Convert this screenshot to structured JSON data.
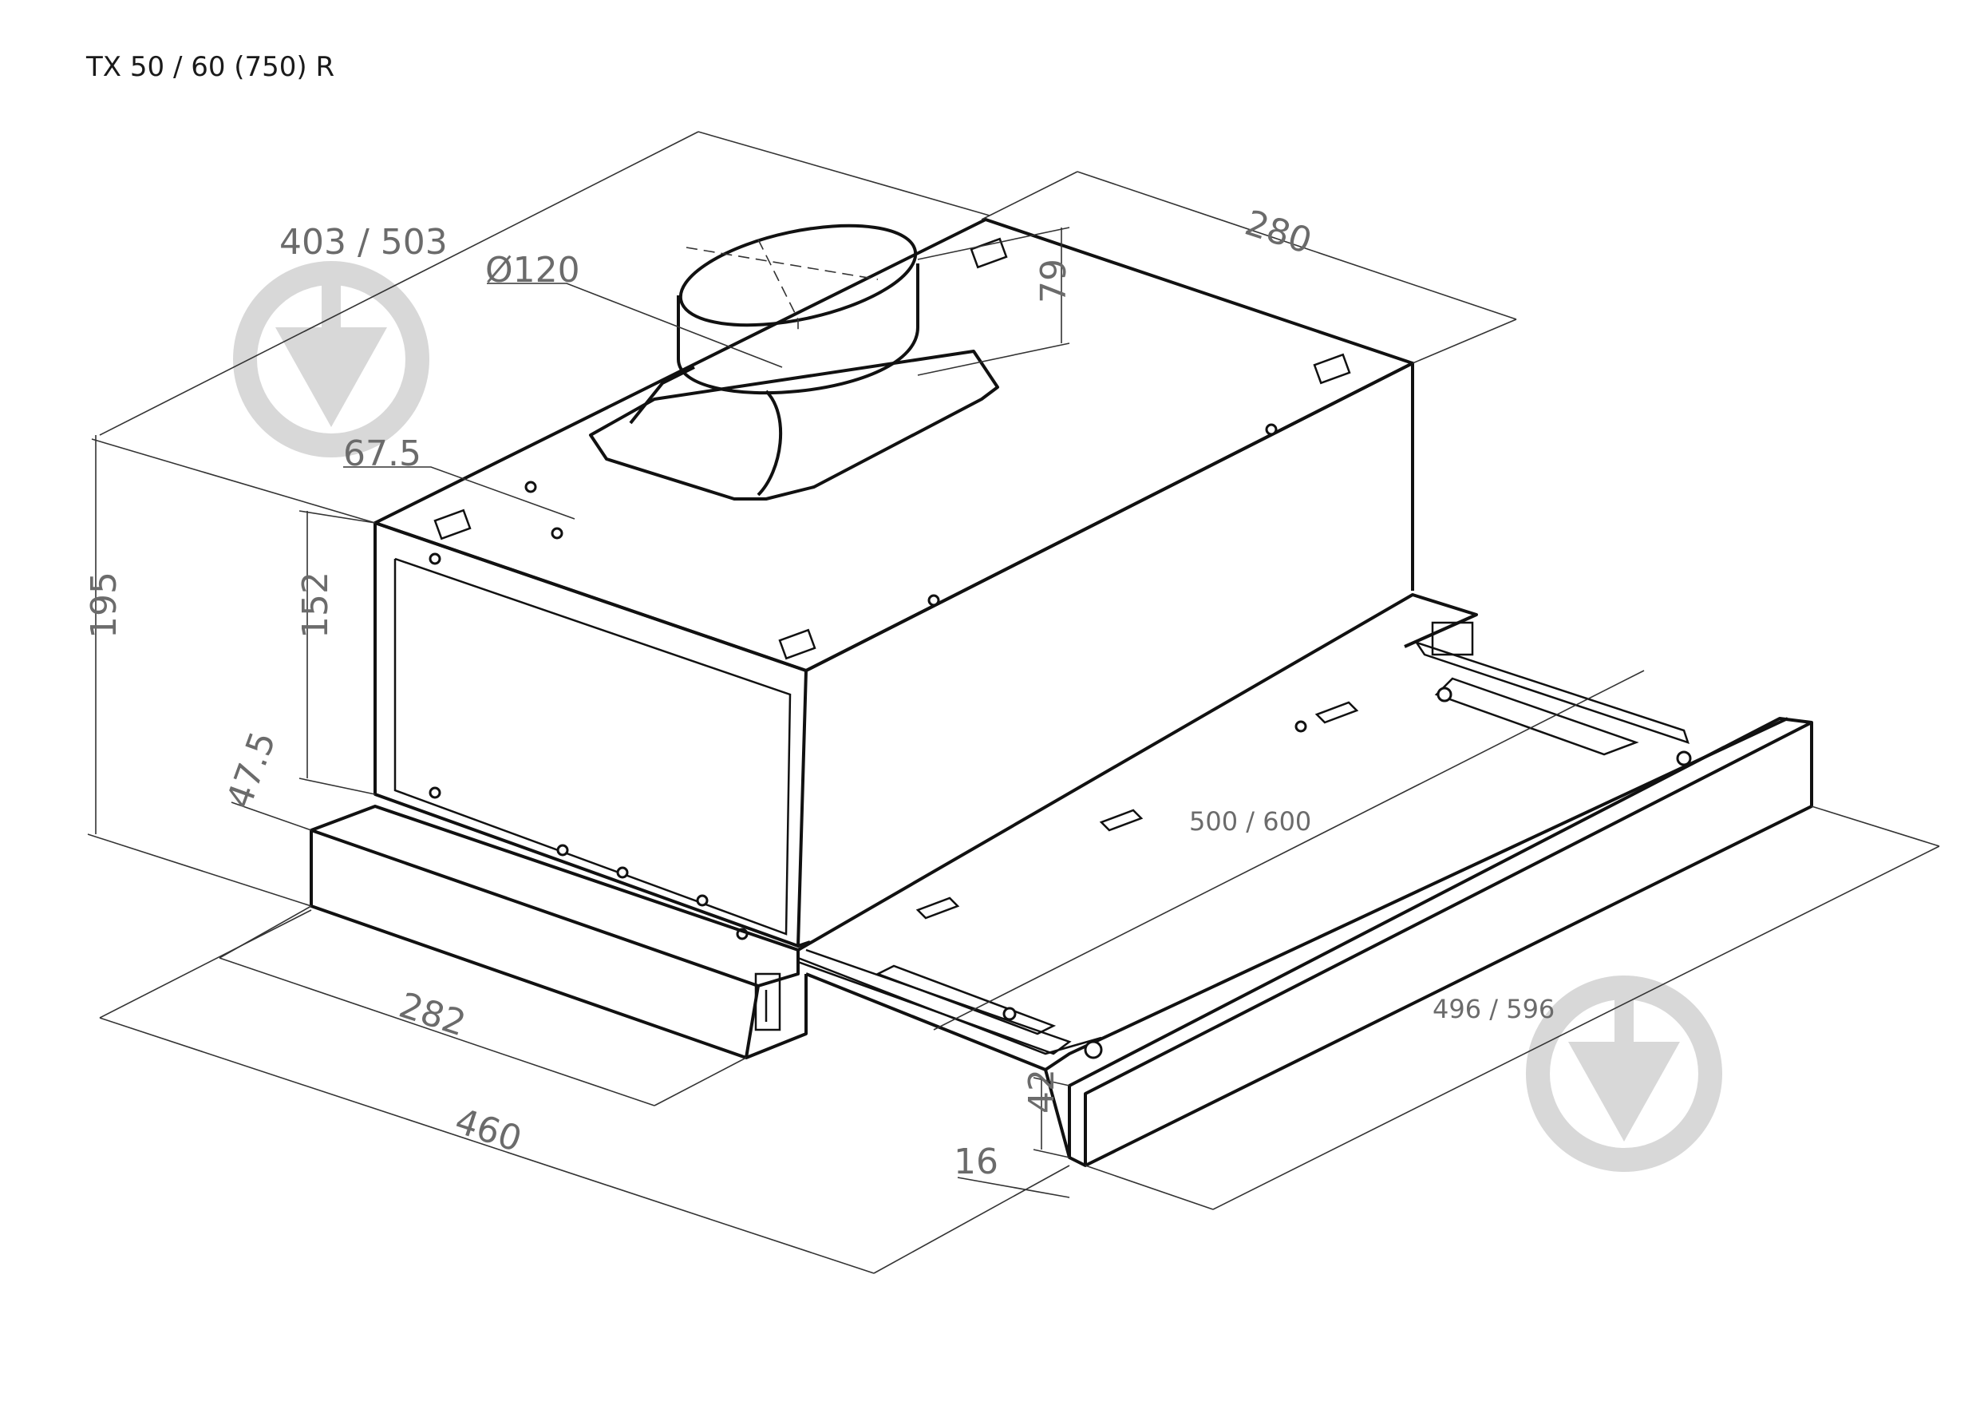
{
  "title": "TX 50 / 60 (750) R",
  "dimensions": {
    "depth_top": "403 / 503",
    "duct_diameter": "Ø120",
    "duct_offset": "67.5",
    "top_width": "280",
    "duct_height": "79",
    "total_height": "195",
    "body_height": "152",
    "lower_offset": "47.5",
    "lower_width": "282",
    "total_width": "460",
    "slider_length": "500 / 600",
    "front_length": "496 / 596",
    "front_height": "42",
    "front_thickness": "16"
  },
  "colors": {
    "line": "#111111",
    "dimension_text": "#6b6b6b",
    "watermark": "#d8d8d8"
  },
  "icons": [
    "watermark-download-icon",
    "watermark-download-icon"
  ]
}
